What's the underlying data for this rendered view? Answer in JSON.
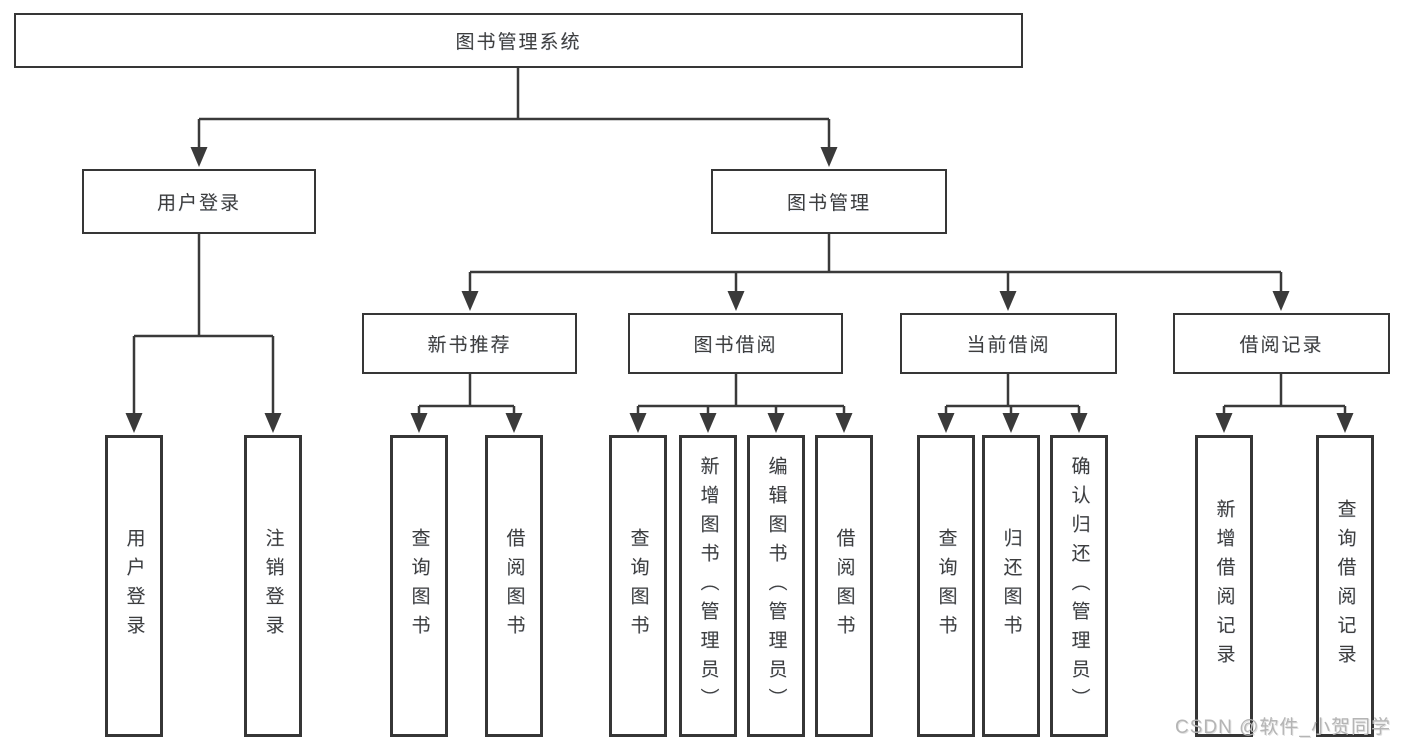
{
  "tree": {
    "root": {
      "label": "图书管理系统"
    },
    "children": [
      {
        "label": "用户登录",
        "children": [
          {
            "label": "用户登录"
          },
          {
            "label": "注销登录"
          }
        ]
      },
      {
        "label": "图书管理",
        "children": [
          {
            "label": "新书推荐",
            "children": [
              {
                "label": "查询图书"
              },
              {
                "label": "借阅图书"
              }
            ]
          },
          {
            "label": "图书借阅",
            "children": [
              {
                "label": "查询图书"
              },
              {
                "label": "新增图书（管理员）"
              },
              {
                "label": "编辑图书（管理员）"
              },
              {
                "label": "借阅图书"
              }
            ]
          },
          {
            "label": "当前借阅",
            "children": [
              {
                "label": "查询图书"
              },
              {
                "label": "归还图书"
              },
              {
                "label": "确认归还（管理员）"
              }
            ]
          },
          {
            "label": "借阅记录",
            "children": [
              {
                "label": "新增借阅记录"
              },
              {
                "label": "查询借阅记录"
              }
            ]
          }
        ]
      }
    ]
  },
  "watermark": "CSDN @软件_小贺同学",
  "colors": {
    "line": "#3a3a3a",
    "box_border": "#363636",
    "box_fill": "#ffffff",
    "text": "#3d3d3d",
    "watermark": "#b5b5b5"
  }
}
